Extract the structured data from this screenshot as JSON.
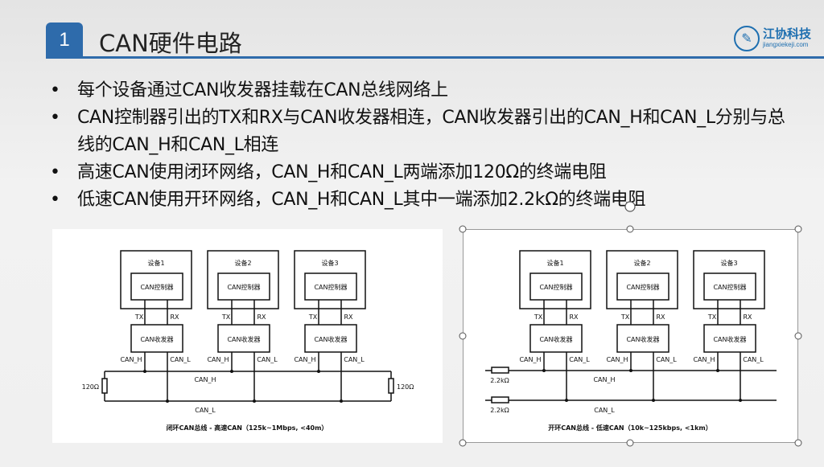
{
  "header": {
    "section_number": "1",
    "title": "CAN硬件电路"
  },
  "logo": {
    "name": "江协科技",
    "url": "jiangxiekeji.com"
  },
  "bullets": [
    "每个设备通过CAN收发器挂载在CAN总线网络上",
    "CAN控制器引出的TX和RX与CAN收发器相连，CAN收发器引出的CAN_H和CAN_L分别与总线的CAN_H和CAN_L相连",
    "高速CAN使用闭环网络，CAN_H和CAN_L两端添加120Ω的终端电阻",
    "低速CAN使用开环网络，CAN_H和CAN_L其中一端添加2.2kΩ的终端电阻"
  ],
  "diagrams": [
    {
      "type": "closed",
      "devices": [
        "设备1",
        "设备2",
        "设备3"
      ],
      "controller_label": "CAN控制器",
      "transceiver_label": "CAN收发器",
      "tx_label": "TX",
      "rx_label": "RX",
      "canh_label": "CAN_H",
      "canl_label": "CAN_L",
      "bus_h_label": "CAN_H",
      "bus_l_label": "CAN_L",
      "resistors": [
        "120Ω",
        "120Ω"
      ],
      "caption": "闭环CAN总线 - 高速CAN（125k~1Mbps, <40m）"
    },
    {
      "type": "open",
      "devices": [
        "设备1",
        "设备2",
        "设备3"
      ],
      "controller_label": "CAN控制器",
      "transceiver_label": "CAN收发器",
      "tx_label": "TX",
      "rx_label": "RX",
      "canh_label": "CAN_H",
      "canl_label": "CAN_L",
      "bus_h_label": "CAN_H",
      "bus_l_label": "CAN_L",
      "resistors": [
        "2.2kΩ",
        "2.2kΩ"
      ],
      "caption": "开环CAN总线 - 低速CAN（10k~125kbps, <1km）"
    }
  ]
}
